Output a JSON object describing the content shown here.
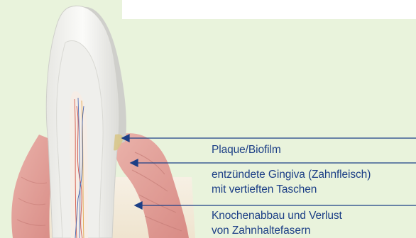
{
  "labels": {
    "plaque": "Plaque/Biofilm",
    "gingiva_line1": "entzündete Gingiva (Zahnfleisch)",
    "gingiva_line2": "mit vertieften Taschen",
    "bone_line1": "Knochenabbau und Verlust",
    "bone_line2": "von Zahnhaltefasern"
  },
  "colors": {
    "background": "#e9f3dc",
    "label_text": "#1c3f86",
    "pointer": "#1c3f86",
    "gum": "#e2a09a",
    "enamel": "#f4f4f2",
    "plaque": "#d8c68a"
  }
}
